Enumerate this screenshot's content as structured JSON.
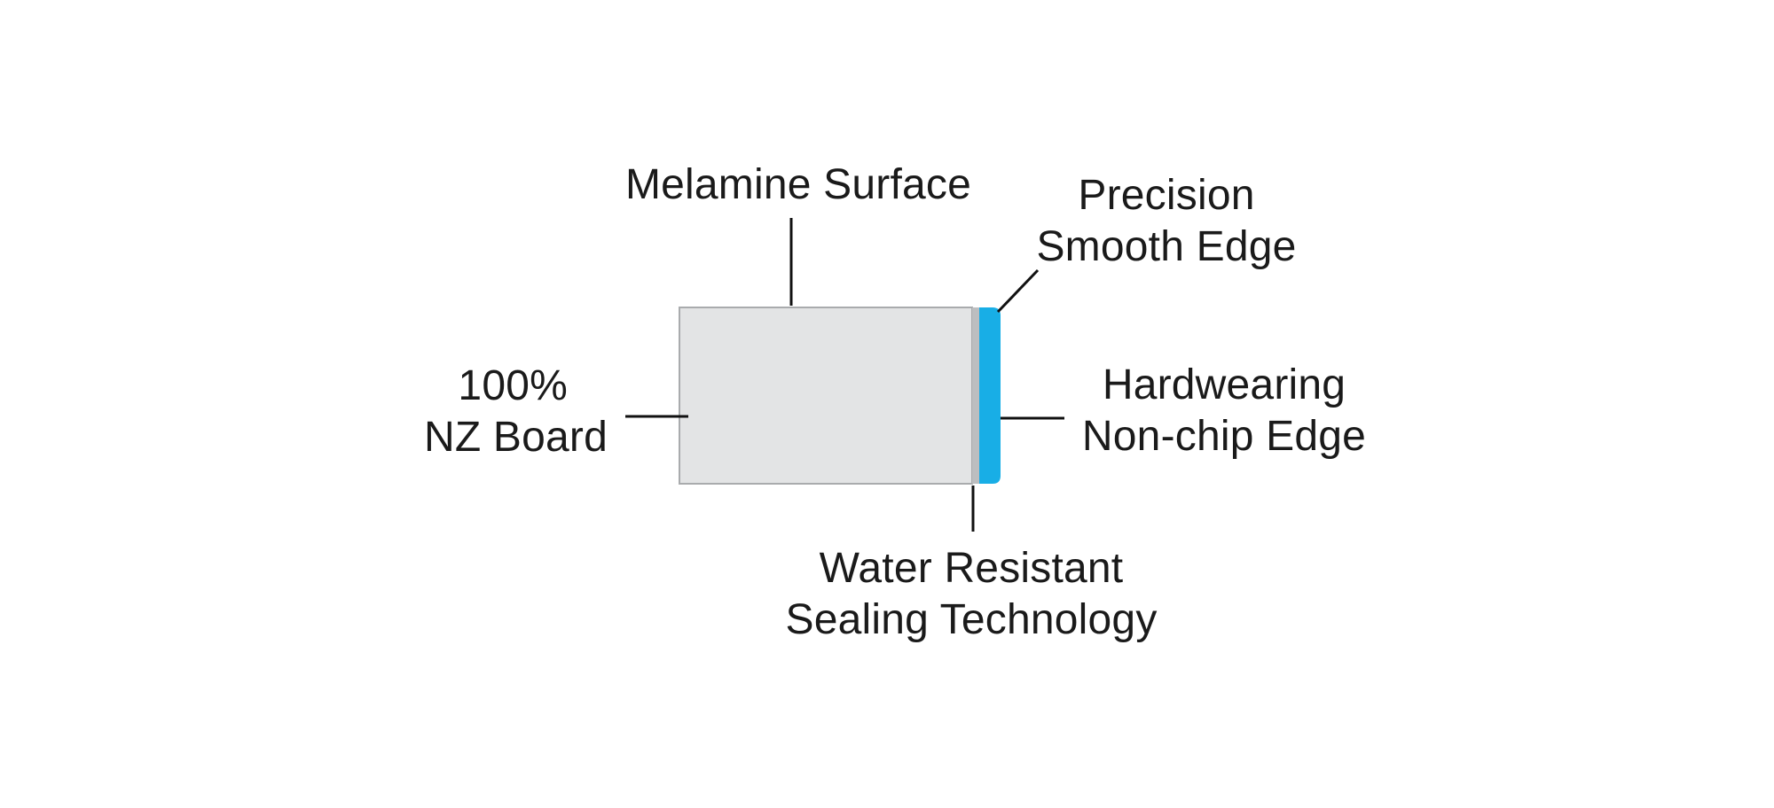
{
  "colors": {
    "board_fill": "#e3e4e5",
    "board_outline": "#a9abad",
    "seal_strip": "#bcbec0",
    "edge_band": "#18aee6",
    "leader_line": "#111111",
    "text": "#1a1a1a",
    "background": "#ffffff"
  },
  "labels": {
    "melamine_surface": "Melamine Surface",
    "precision_line1": "Precision",
    "precision_line2": "Smooth Edge",
    "nz_board_line1": "100%",
    "nz_board_line2": "NZ Board",
    "hardwearing_line1": "Hardwearing",
    "hardwearing_line2": "Non-chip Edge",
    "water_line1": "Water Resistant",
    "water_line2": "Sealing Technology"
  }
}
